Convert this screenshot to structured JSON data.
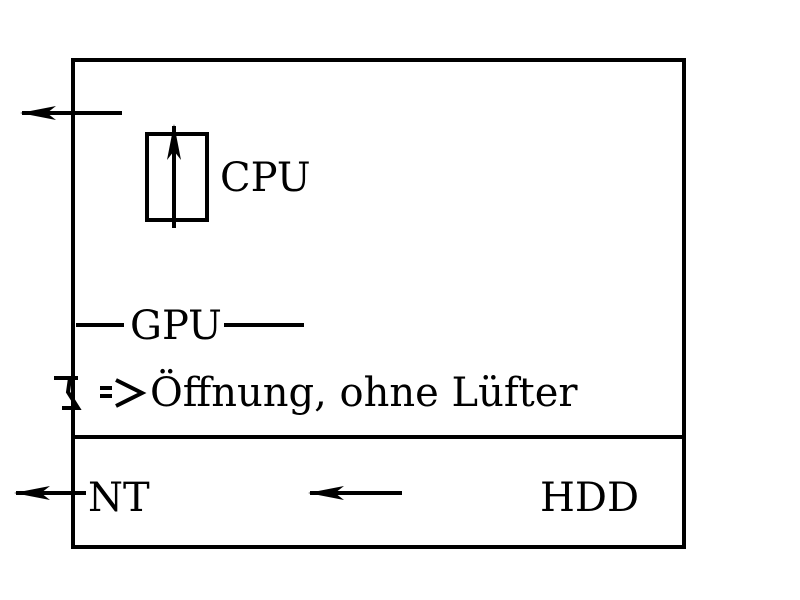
{
  "diagram": {
    "labels": {
      "cpu": "CPU",
      "gpu": "GPU",
      "vent": "Öffnung, ohne Lüfter",
      "psu": "NT",
      "hdd": "HDD"
    },
    "colors": {
      "stroke": "#000000",
      "background": "#ffffff"
    },
    "icons": [
      "arrow-left-icon",
      "arrow-up-icon",
      "arrow-right-icon",
      "vent-opening-icon"
    ]
  }
}
